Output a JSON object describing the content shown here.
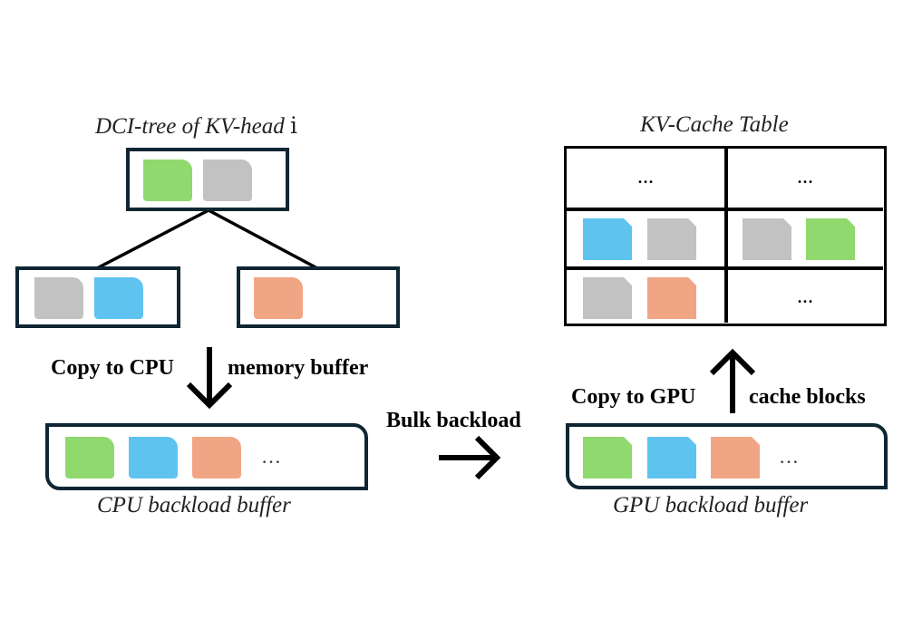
{
  "colors": {
    "green": "#8fd96f",
    "blue": "#5fc3f0",
    "orange": "#f0a684",
    "gray": "#c2c2c2",
    "border": "#0f2633"
  },
  "dci_tree": {
    "title_prefix": "DCI-tree of KV-head ",
    "title_var": "i"
  },
  "labels": {
    "copy_cpu_left": "Copy to CPU",
    "copy_cpu_right": "memory buffer",
    "bulk_backload": "Bulk backload",
    "copy_gpu_left": "Copy to GPU",
    "copy_gpu_right": "cache blocks",
    "cpu_buffer": "CPU backload buffer",
    "gpu_buffer": "GPU backload buffer",
    "buffer_ellipsis": "…"
  },
  "kv_table": {
    "title": "KV-Cache Table",
    "ellipsis": "..."
  }
}
